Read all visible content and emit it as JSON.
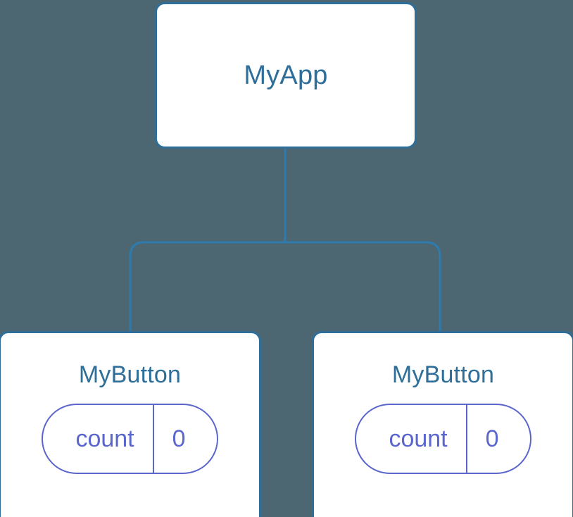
{
  "diagram": {
    "type": "component-tree",
    "background_color": "#4c6672",
    "node_border_color": "#2e6e99",
    "node_fill_color": "#ffffff",
    "node_title_color": "#2e6e99",
    "edge_color": "#2e7bad",
    "state_accent_color": "#5a66cc",
    "root": {
      "label": "MyApp"
    },
    "children": [
      {
        "label": "MyButton",
        "state": {
          "key": "count",
          "value": "0"
        }
      },
      {
        "label": "MyButton",
        "state": {
          "key": "count",
          "value": "0"
        }
      }
    ]
  }
}
